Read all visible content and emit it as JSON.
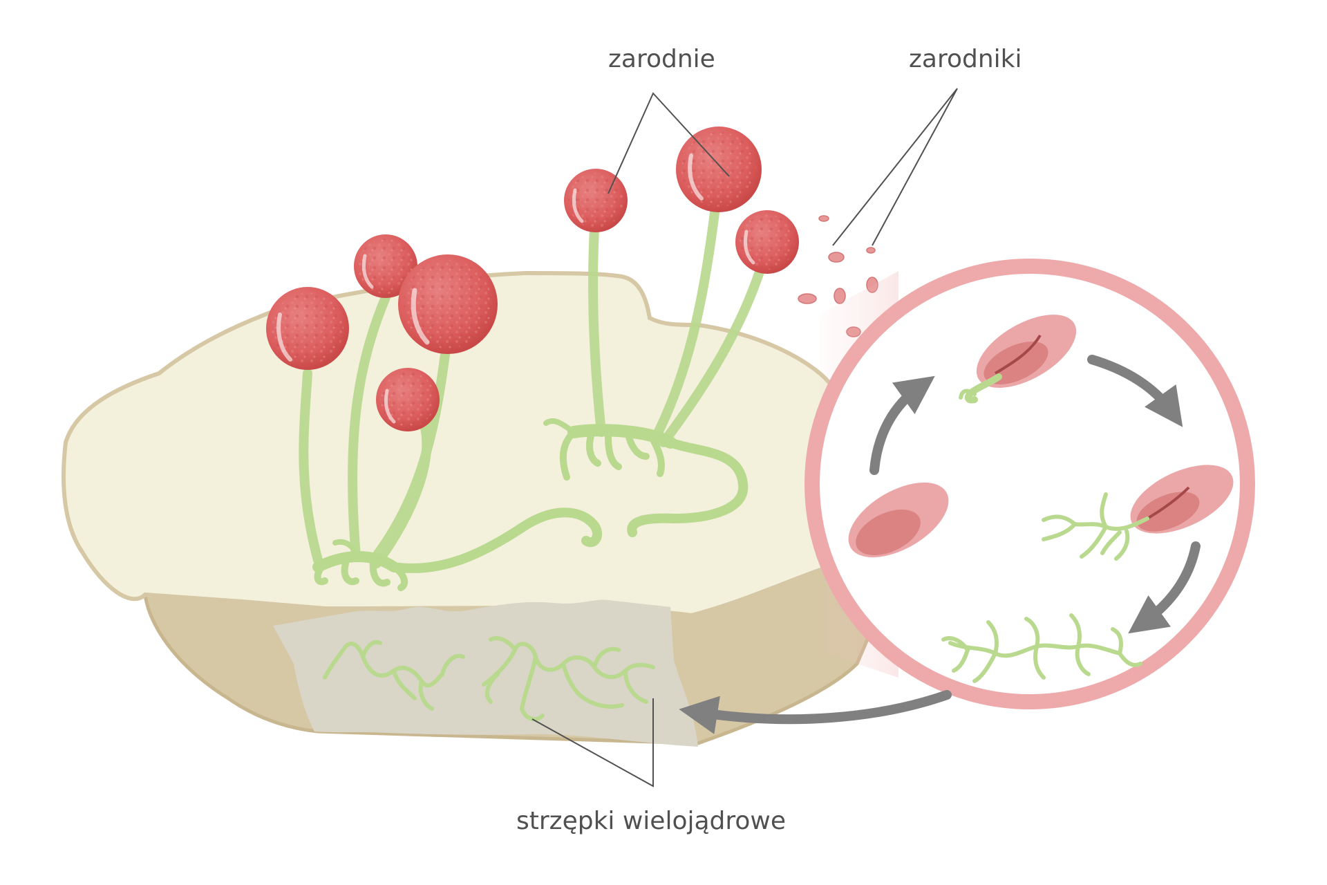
{
  "labels": {
    "sporangia": "zarodnie",
    "spores": "zarodniki",
    "hyphae": "strzępki wielojądrowe"
  },
  "colors": {
    "bread_top": "#f3f0dc",
    "bread_crust": "#d6c7a5",
    "bread_crust_stroke": "#c8b68f",
    "bread_cut": "#d9d5c7",
    "hypha": "#b9d98f",
    "hypha_dark": "#a6c97a",
    "sporangium": "#dc5d5d",
    "sporangium_dark": "#c94848",
    "spore": "#e79898",
    "spore_inner": "#d47474",
    "circle_ring": "#eeaaaa",
    "arrow": "#808080",
    "leader_line": "#505050"
  }
}
